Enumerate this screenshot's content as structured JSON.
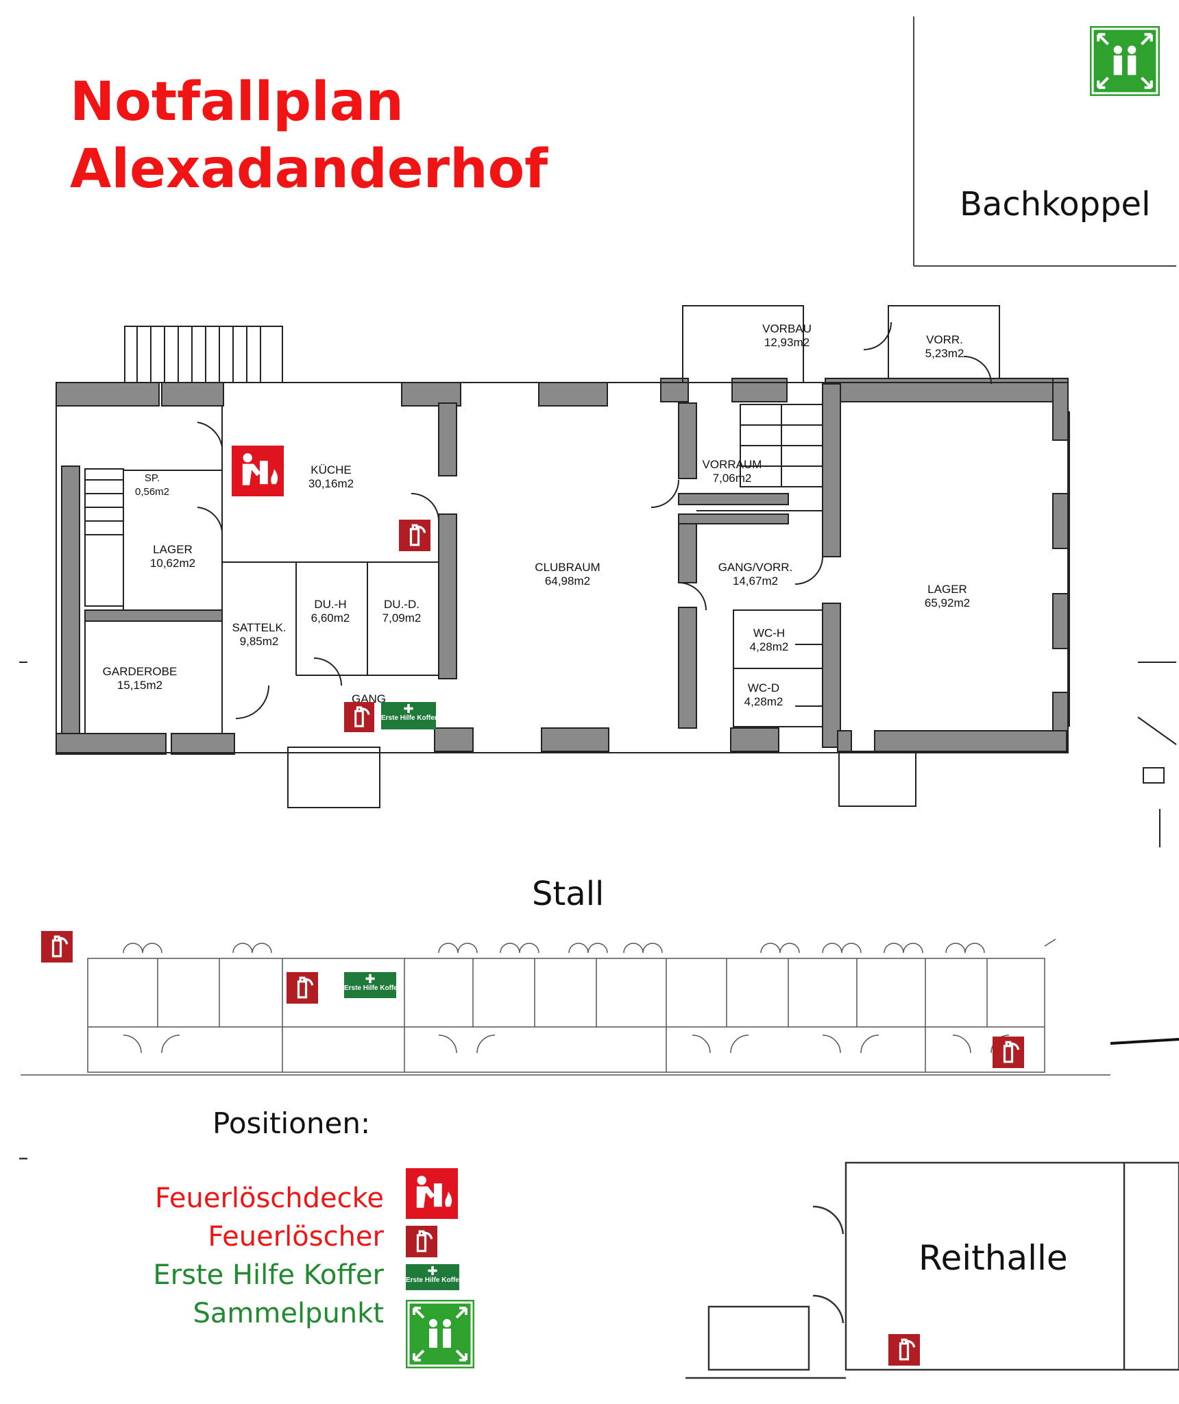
{
  "title_line1": "Notfallplan",
  "title_line2": "Alexadanderhof",
  "areas": {
    "bachkoppel": "Bachkoppel",
    "stall": "Stall",
    "reithalle": "Reithalle"
  },
  "rooms": [
    {
      "name": "VORBAU",
      "size": "12,93m2"
    },
    {
      "name": "VORR.",
      "size": "5,23m2"
    },
    {
      "name": "KÜCHE",
      "size": "30,16m2"
    },
    {
      "name": "SP.",
      "size": "0,56m2"
    },
    {
      "name": "LAGER",
      "size": "10,62m2"
    },
    {
      "name": "VORRAUM",
      "size": "7,06m2"
    },
    {
      "name": "CLUBRAUM",
      "size": "64,98m2"
    },
    {
      "name": "GANG/VORR.",
      "size": "14,67m2"
    },
    {
      "name": "LAGER",
      "size": "65,92m2"
    },
    {
      "name": "DU.-H",
      "size": "6,60m2"
    },
    {
      "name": "DU.-D.",
      "size": "7,09m2"
    },
    {
      "name": "SATTELK.",
      "size": "9,85m2"
    },
    {
      "name": "GARDEROBE",
      "size": "15,15m2"
    },
    {
      "name": "WC-H",
      "size": "4,28m2"
    },
    {
      "name": "WC-D",
      "size": "4,28m2"
    },
    {
      "name": "GANG",
      "size": ""
    }
  ],
  "sign_text": {
    "first_aid": "Erste Hilfe Koffer"
  },
  "legend": {
    "heading": "Positionen:",
    "items": [
      {
        "label": "Feuerlöschdecke",
        "color": "#f01414"
      },
      {
        "label": "Feuerlöscher",
        "color": "#f01414"
      },
      {
        "label": "Erste Hilfe Koffer",
        "color": "#1f8a2e"
      },
      {
        "label": "Sammelpunkt",
        "color": "#1f8a2e"
      }
    ]
  },
  "colors": {
    "title": "#f01414",
    "wall": "#8a8a8a",
    "fire_sign": "#b01e24",
    "blanket_sign": "#e0141e",
    "first_aid_sign": "#1f7a3a",
    "assembly_sign": "#2ea12e"
  },
  "icons": [
    "fire-blanket-icon",
    "fire-extinguisher-icon",
    "first-aid-kit-icon",
    "assembly-point-icon"
  ]
}
